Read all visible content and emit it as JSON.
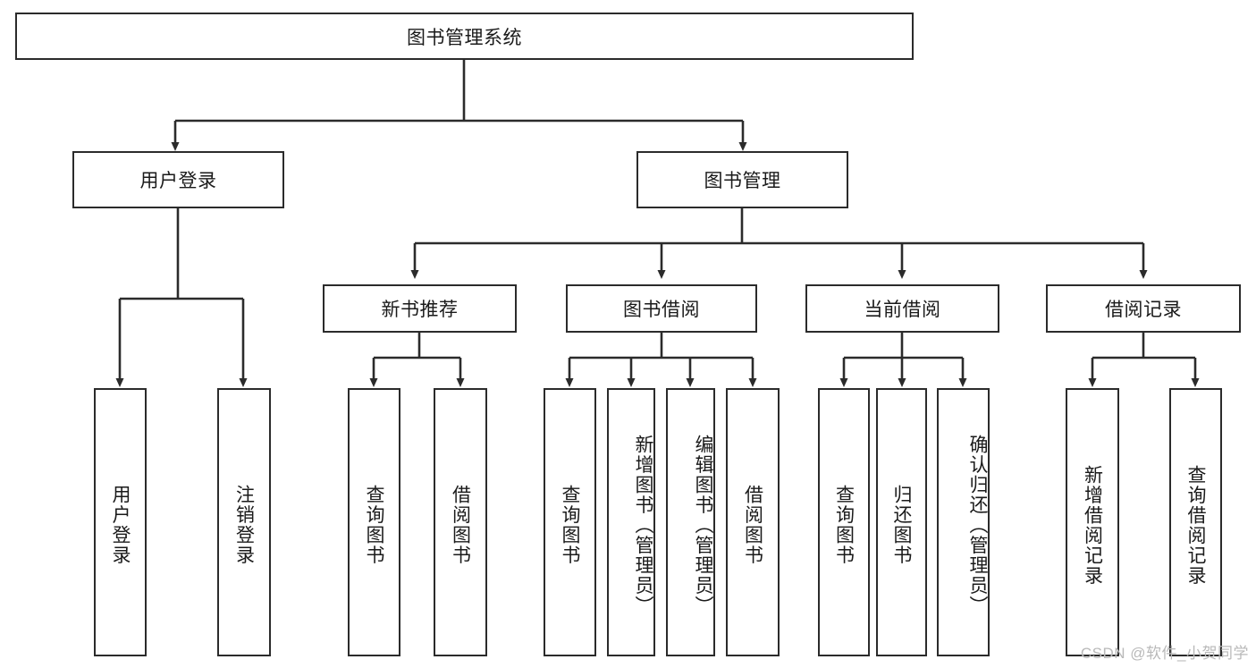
{
  "diagram": {
    "type": "tree-hierarchy",
    "title": "图书管理系统",
    "watermark": "CSDN @软件_小贺同学",
    "colors": {
      "stroke": "#2b2b2b",
      "fill": "#ffffff",
      "text": "#1a1a1a",
      "watermark": "#b9b9b9"
    },
    "nodes": {
      "root": {
        "label": "图书管理系统",
        "level": 0
      },
      "level1": [
        {
          "id": "user-login",
          "label": "用户登录"
        },
        {
          "id": "book-management",
          "label": "图书管理"
        }
      ],
      "level2": [
        {
          "id": "new-book-recommend",
          "label": "新书推荐",
          "parent": "book-management"
        },
        {
          "id": "book-borrow",
          "label": "图书借阅",
          "parent": "book-management"
        },
        {
          "id": "current-borrow",
          "label": "当前借阅",
          "parent": "book-management"
        },
        {
          "id": "borrow-record",
          "label": "借阅记录",
          "parent": "book-management"
        }
      ],
      "leaves": {
        "user-login": [
          {
            "id": "leaf-user-login",
            "label": "用户登录"
          },
          {
            "id": "leaf-user-logout",
            "label": "注销登录"
          }
        ],
        "new-book-recommend": [
          {
            "id": "leaf-query-book-1",
            "label": "查询图书"
          },
          {
            "id": "leaf-borrow-book-1",
            "label": "借阅图书"
          }
        ],
        "book-borrow": [
          {
            "id": "leaf-query-book-2",
            "label": "查询图书"
          },
          {
            "id": "leaf-add-book",
            "label": "新增图书（管理员）"
          },
          {
            "id": "leaf-edit-book",
            "label": "编辑图书（管理员）"
          },
          {
            "id": "leaf-borrow-book-2",
            "label": "借阅图书"
          }
        ],
        "current-borrow": [
          {
            "id": "leaf-query-book-3",
            "label": "查询图书"
          },
          {
            "id": "leaf-return-book",
            "label": "归还图书"
          },
          {
            "id": "leaf-confirm-return",
            "label": "确认归还（管理员）"
          }
        ],
        "borrow-record": [
          {
            "id": "leaf-add-record",
            "label": "新增借阅记录"
          },
          {
            "id": "leaf-query-record",
            "label": "查询借阅记录"
          }
        ]
      }
    }
  }
}
